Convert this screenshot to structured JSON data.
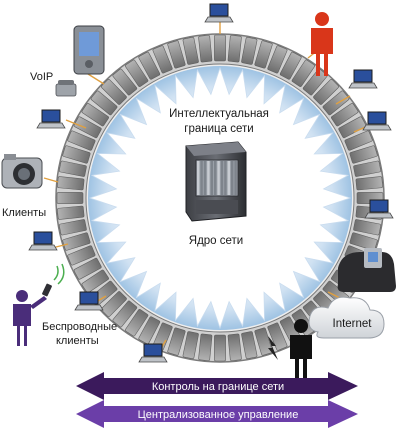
{
  "labels": {
    "boundary": [
      "Интеллектуальная",
      "граница сети"
    ],
    "core": "Ядро сети",
    "voip": "VoIP",
    "clients": "Клиенты",
    "wireless": [
      "Беспроводные",
      "клиенты"
    ],
    "internet": "Internet"
  },
  "arrows": {
    "top": "Контроль на границе сети",
    "bottom": "Централизованное управление"
  },
  "colors": {
    "ring_block": "#8c8c8c",
    "ring_block_edge": "#5f5f5f",
    "person_red": "#d9361a",
    "person_purple": "#4a2d7a",
    "arrow_top": "#3b1a5c",
    "arrow_bottom": "#6b3ea8",
    "laptop_screen": "#2a4f9c",
    "starburst": "#ffffff",
    "glow": "#a9cbe8"
  },
  "icons": [
    "laptop-icon",
    "pda-icon",
    "person-icon",
    "camera-icon",
    "phone-icon",
    "server-chassis-icon",
    "cloud-icon",
    "wireless-handset-icon"
  ]
}
